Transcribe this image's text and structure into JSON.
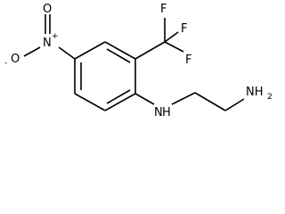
{
  "molecule": {
    "atoms": {
      "nitro_n": {
        "label": "N",
        "charge": "+"
      },
      "nitro_o_double": {
        "label": "O"
      },
      "nitro_o_single": {
        "label": "O",
        "charge": "-"
      },
      "f_top": {
        "label": "F"
      },
      "f_right_upper": {
        "label": "F"
      },
      "f_right_lower": {
        "label": "F"
      },
      "amine_nh": {
        "label": "N",
        "suffix": "H"
      },
      "amine_nh2": {
        "label": "NH",
        "subscript": "2"
      }
    }
  }
}
